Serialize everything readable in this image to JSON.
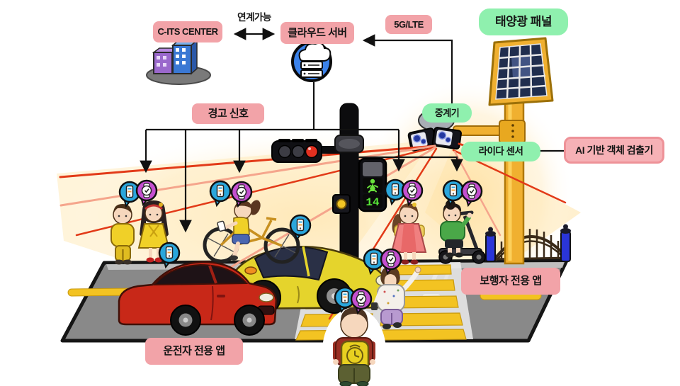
{
  "labels": {
    "cits_center": "C-ITS CENTER",
    "linkable": "연계가능",
    "cloud_server": "클라우드 서버",
    "network": "5G/LTE",
    "solar_panel": "태양광 패널",
    "warning_signal": "경고 신호",
    "repeater": "중계기",
    "lidar_sensor": "라이다 센서",
    "ai_detector": "AI 기반 객체 검출기",
    "pedestrian_app": "보행자 전용 앱",
    "driver_app": "운전자 전용 앱"
  },
  "signal": {
    "countdown": "14",
    "pedestrian_light": "green-walk",
    "vehicle_light": "red"
  },
  "icons": {
    "cloud_server": "cloud-server-icon",
    "buildings": "city-buildings-icon",
    "smartphone_bubble": "smartphone-bubble-icon",
    "smartwatch_bubble": "smartwatch-bubble-icon",
    "solar_panel": "solar-panel-icon",
    "lidar": "lidar-sensor-icon",
    "traffic_light": "vehicle-signal-icon",
    "pedestrian_signal": "pedestrian-signal-icon"
  },
  "colors": {
    "label_pink": "#f2a3a8",
    "label_green": "#8ff0ae",
    "laser_red": "#e23a18",
    "laser_soft": "#f5a58c",
    "road_gray": "#898989",
    "crosswalk_yellow": "#f3c322",
    "signal_green": "#58e838",
    "signal_red": "#e33020",
    "cloud_blue": "#3b82ea",
    "bubble_blue": "#2aa6dc",
    "bubble_purple": "#c44fd0",
    "solar_gold": "#f0b030"
  }
}
